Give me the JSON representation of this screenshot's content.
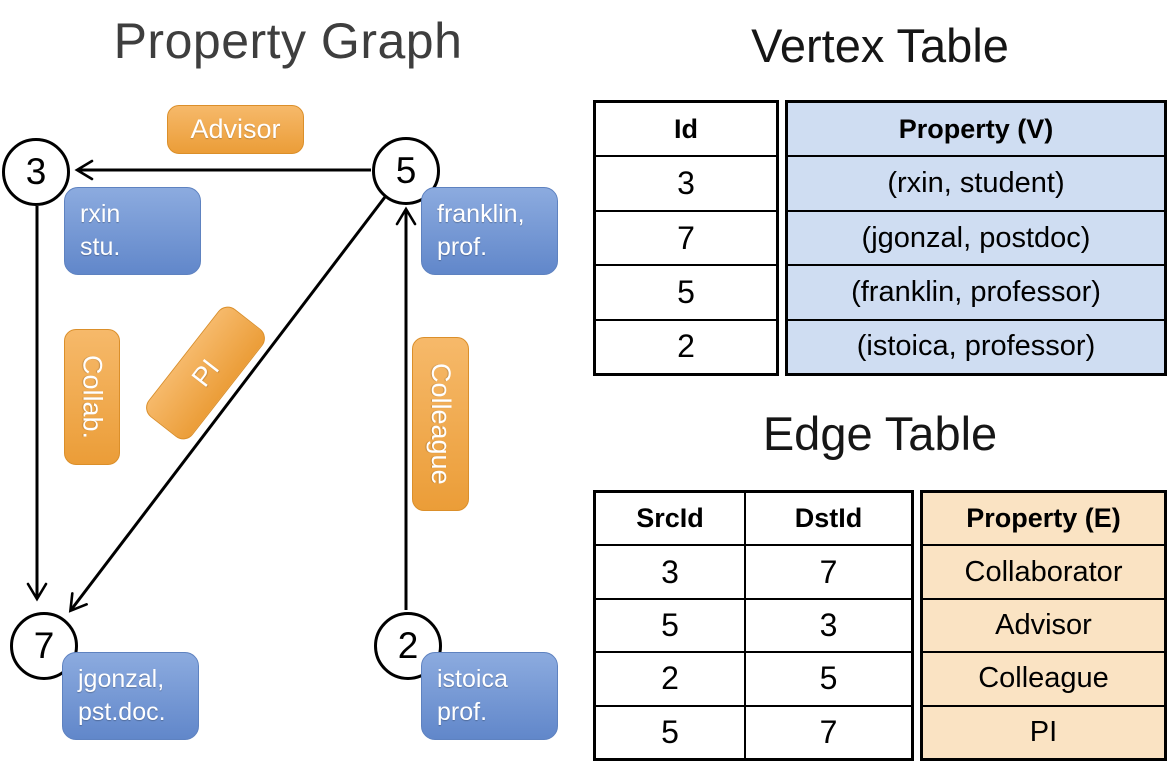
{
  "graph": {
    "title": "Property Graph",
    "nodes": [
      {
        "id": "3",
        "label_line1": "rxin",
        "label_line2": "stu."
      },
      {
        "id": "5",
        "label_line1": "franklin,",
        "label_line2": "prof."
      },
      {
        "id": "7",
        "label_line1": "jgonzal,",
        "label_line2": "pst.doc."
      },
      {
        "id": "2",
        "label_line1": "istoica",
        "label_line2": "prof."
      }
    ],
    "edges": [
      {
        "src": "5",
        "dst": "3",
        "label": "Advisor"
      },
      {
        "src": "3",
        "dst": "7",
        "label": "Collab."
      },
      {
        "src": "5",
        "dst": "7",
        "label": "PI"
      },
      {
        "src": "2",
        "dst": "5",
        "label": "Colleague"
      }
    ]
  },
  "vertex_table": {
    "title": "Vertex Table",
    "headers": {
      "id": "Id",
      "property": "Property (V)"
    },
    "rows": [
      {
        "id": "3",
        "property": "(rxin, student)"
      },
      {
        "id": "7",
        "property": "(jgonzal, postdoc)"
      },
      {
        "id": "5",
        "property": "(franklin, professor)"
      },
      {
        "id": "2",
        "property": "(istoica, professor)"
      }
    ]
  },
  "edge_table": {
    "title": "Edge Table",
    "headers": {
      "src": "SrcId",
      "dst": "DstId",
      "property": "Property (E)"
    },
    "rows": [
      {
        "src": "3",
        "dst": "7",
        "property": "Collaborator"
      },
      {
        "src": "5",
        "dst": "3",
        "property": "Advisor"
      },
      {
        "src": "2",
        "dst": "5",
        "property": "Colleague"
      },
      {
        "src": "5",
        "dst": "7",
        "property": "PI"
      }
    ]
  },
  "colors": {
    "vertex_label_fill": "#7397d5",
    "edge_label_fill": "#f0a84d",
    "vertex_table_fill": "#cfddf2",
    "edge_table_fill": "#fae3c3",
    "node_stroke": "#000000"
  }
}
